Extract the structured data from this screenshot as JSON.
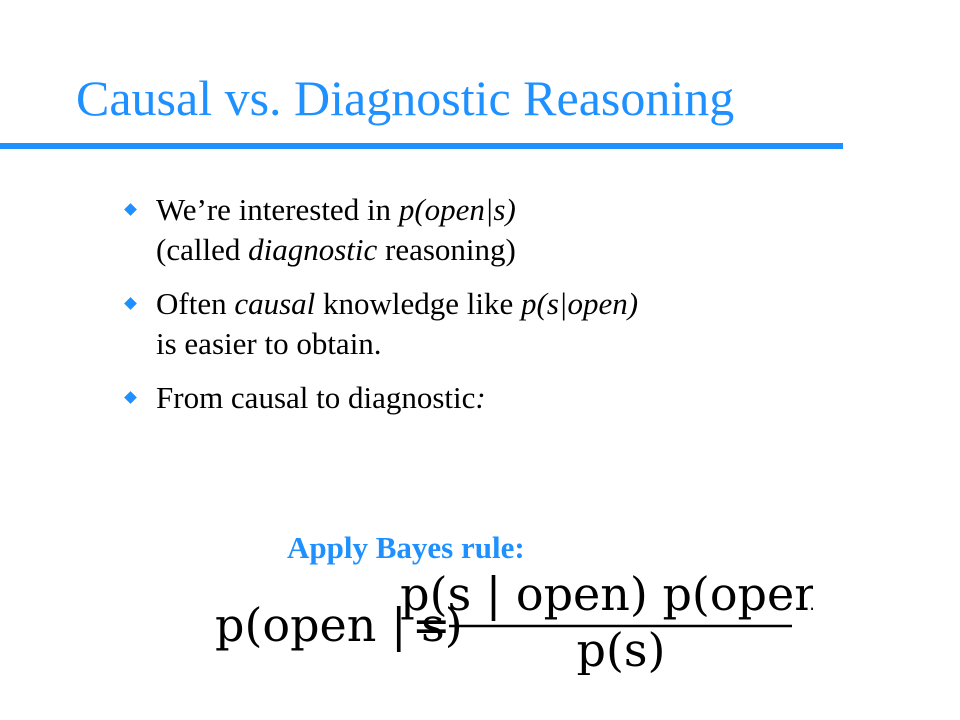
{
  "colors": {
    "accent": "#1E90FF",
    "text": "#000000",
    "background": "#FFFFFF"
  },
  "slide": {
    "title": "Causal vs. Diagnostic Reasoning",
    "bullet_icon": "diamond-bullet-icon",
    "bullets": [
      {
        "line1_a": "We’re interested in ",
        "line1_em": "p(open|s)",
        "line2_a": "(called ",
        "line2_em": "diagnostic",
        "line2_b": " reasoning)"
      },
      {
        "line1_a": "Often ",
        "line1_em": "causal",
        "line1_b": " knowledge like ",
        "line1_em2": "p(s|open)",
        "line2_a": "is easier to obtain."
      },
      {
        "line1_a": "From causal to diagnostic",
        "line1_em": ":"
      }
    ],
    "bayes_label": "Apply Bayes rule:",
    "formula": {
      "lhs": "p(open | s)",
      "equals": "=",
      "numerator": "p(s | open) p(open)",
      "denominator": "p(s)"
    }
  }
}
